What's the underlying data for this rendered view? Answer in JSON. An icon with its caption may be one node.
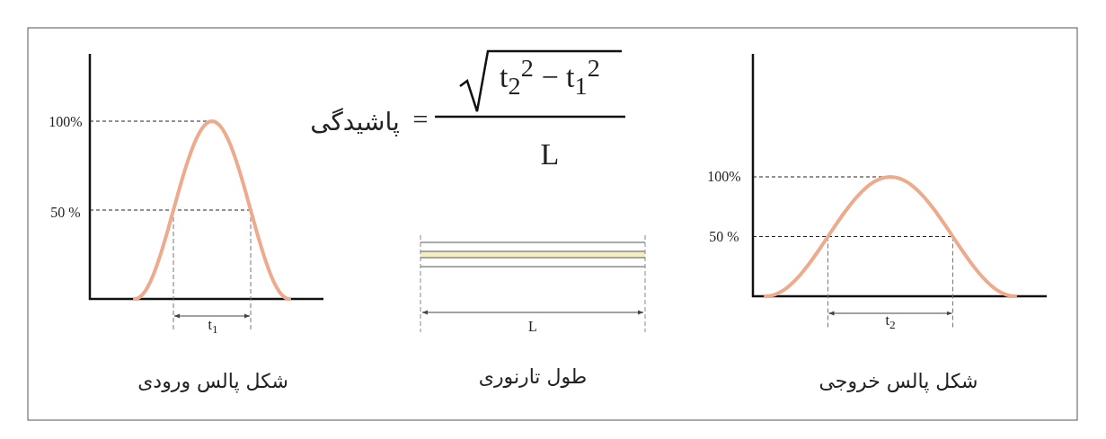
{
  "diagram": {
    "labels": [
      "100%",
      "50 %",
      "t$_{1}$",
      "شکل پالس ورودی",
      "پاشیدگی",
      "=",
      "t$_{2}$$^{2}$ − t$_{1}$$^{2}$",
      "L",
      "L",
      "طول تارنوری",
      "100%",
      "50 %",
      "t$_{2}$",
      "شکل پالس خروجی"
    ]
  }
}
